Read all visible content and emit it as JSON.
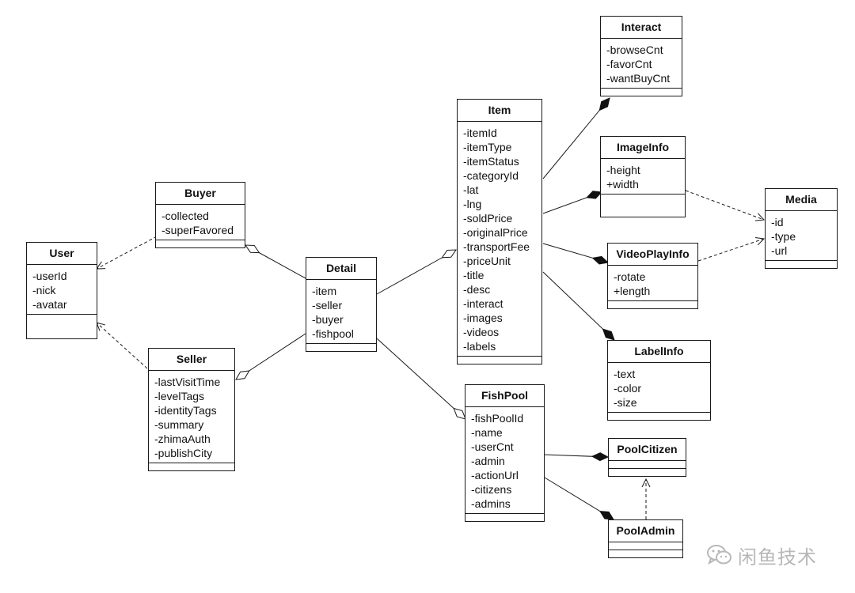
{
  "classes": {
    "interact": {
      "name": "Interact",
      "attributes": [
        "-browseCnt",
        "-favorCnt",
        "-wantBuyCnt"
      ]
    },
    "item": {
      "name": "Item",
      "attributes": [
        "-itemId",
        "-itemType",
        "-itemStatus",
        "-categoryId",
        "-lat",
        "-lng",
        "-soldPrice",
        "-originalPrice",
        "-transportFee",
        "-priceUnit",
        "-title",
        "-desc",
        "-interact",
        "-images",
        "-videos",
        "-labels"
      ]
    },
    "imageinfo": {
      "name": "ImageInfo",
      "attributes": [
        "-height",
        "+width"
      ]
    },
    "media": {
      "name": "Media",
      "attributes": [
        "-id",
        "-type",
        "-url"
      ]
    },
    "buyer": {
      "name": "Buyer",
      "attributes": [
        "-collected",
        "-superFavored"
      ]
    },
    "user": {
      "name": "User",
      "attributes": [
        "-userId",
        "-nick",
        "-avatar"
      ]
    },
    "detail": {
      "name": "Detail",
      "attributes": [
        "-item",
        "-seller",
        "-buyer",
        "-fishpool"
      ]
    },
    "videoplayinfo": {
      "name": "VideoPlayInfo",
      "attributes": [
        "-rotate",
        "+length"
      ]
    },
    "seller": {
      "name": "Seller",
      "attributes": [
        "-lastVisitTime",
        "-levelTags",
        "-identityTags",
        "-summary",
        "-zhimaAuth",
        "-publishCity"
      ]
    },
    "labelinfo": {
      "name": "LabelInfo",
      "attributes": [
        "-text",
        "-color",
        "-size"
      ]
    },
    "fishpool": {
      "name": "FishPool",
      "attributes": [
        "-fishPoolId",
        "-name",
        "-userCnt",
        "-admin",
        "-actionUrl",
        "-citizens",
        "-admins"
      ]
    },
    "poolcitizen": {
      "name": "PoolCitizen",
      "attributes": []
    },
    "pooladmin": {
      "name": "PoolAdmin",
      "attributes": []
    }
  },
  "relations": [
    {
      "id": "buyer-user",
      "type": "dependency",
      "from": "buyer",
      "to": "user"
    },
    {
      "id": "seller-user",
      "type": "dependency",
      "from": "seller",
      "to": "user"
    },
    {
      "id": "imageinfo-media",
      "type": "dependency",
      "from": "imageinfo",
      "to": "media"
    },
    {
      "id": "video-media",
      "type": "dependency",
      "from": "videoplayinfo",
      "to": "media"
    },
    {
      "id": "admin-citizen",
      "type": "dependency",
      "from": "pooladmin",
      "to": "poolcitizen"
    },
    {
      "id": "detail-buyer",
      "type": "aggregation",
      "whole": "buyer"
    },
    {
      "id": "detail-seller",
      "type": "aggregation",
      "whole": "seller"
    },
    {
      "id": "detail-item",
      "type": "aggregation",
      "whole": "item"
    },
    {
      "id": "detail-fishpool",
      "type": "aggregation",
      "whole": "fishpool"
    },
    {
      "id": "item-interact",
      "type": "composition",
      "whole": "interact"
    },
    {
      "id": "item-imageinfo",
      "type": "composition",
      "whole": "imageinfo"
    },
    {
      "id": "item-video",
      "type": "composition",
      "whole": "videoplayinfo"
    },
    {
      "id": "item-labelinfo",
      "type": "composition",
      "whole": "labelinfo"
    },
    {
      "id": "fishpool-citizen",
      "type": "composition",
      "whole": "poolcitizen"
    },
    {
      "id": "fishpool-admin",
      "type": "composition",
      "whole": "pooladmin"
    }
  ],
  "watermark": {
    "text": "闲鱼技术",
    "icon": "wechat-icon"
  },
  "colors": {
    "line": "#1a1a1a",
    "watermark": "#b8b8b8",
    "background": "#ffffff"
  }
}
